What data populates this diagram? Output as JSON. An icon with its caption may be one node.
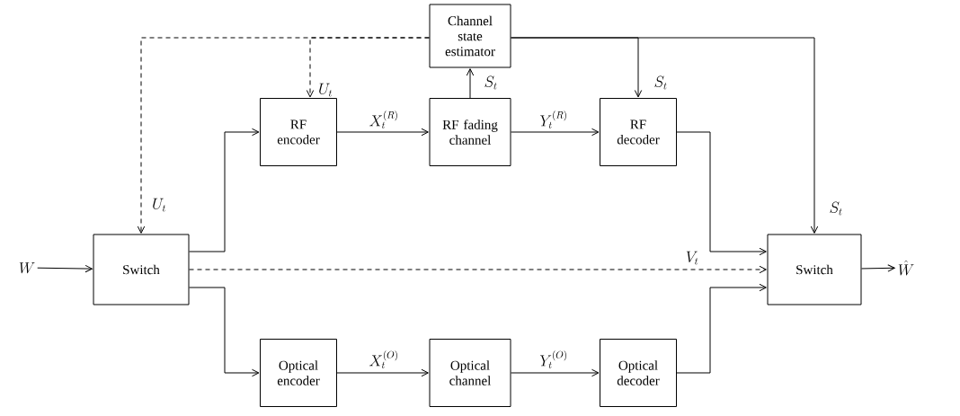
{
  "diagram": {
    "nodes": [
      {
        "text": [
          "Channel state estimator"
        ]
      },
      {
        "text": [
          "RF encoder"
        ]
      },
      {
        "text": [
          "RF fading channel"
        ]
      },
      {
        "text": [
          "RF decoder"
        ]
      },
      {
        "text": [
          "Switch"
        ]
      },
      {
        "text": [
          "Switch"
        ]
      },
      {
        "text": [
          "Optical encoder"
        ]
      },
      {
        "text": [
          "Optical channel"
        ]
      },
      {
        "text": [
          "Optical decoder"
        ]
      },
      {
        "text": [
          "W"
        ]
      },
      {
        "text": [
          "\\hat{W}"
        ]
      }
    ],
    "edges": [
      {
        "from": 9,
        "to": 4,
        "arrow": "to"
      },
      {
        "from": 4,
        "to": 1,
        "arrow": "to"
      },
      {
        "from": 4,
        "to": 6,
        "arrow": "to"
      },
      {
        "from": 1,
        "to": 2,
        "arrow": "to",
        "label": "X_t^{(R)}"
      },
      {
        "from": 2,
        "to": 3,
        "arrow": "to",
        "label": "Y_t^{(R)}"
      },
      {
        "from": 2,
        "to": 0,
        "arrow": "to",
        "label": "S_t"
      },
      {
        "from": 0,
        "to": 3,
        "arrow": "to",
        "label": "S_t"
      },
      {
        "from": 0,
        "to": 5,
        "arrow": "to",
        "label": "S_t"
      },
      {
        "from": 0,
        "to": 1,
        "arrow": "to",
        "label": "U_t",
        "style": "dashed"
      },
      {
        "from": 0,
        "to": 4,
        "arrow": "to",
        "label": "U_t",
        "style": "dashed"
      },
      {
        "from": 4,
        "to": 5,
        "arrow": "to",
        "label": "V_t",
        "style": "dashed"
      },
      {
        "from": 3,
        "to": 5,
        "arrow": "to"
      },
      {
        "from": 6,
        "to": 7,
        "arrow": "to",
        "label": "X_t^{(O)}"
      },
      {
        "from": 7,
        "to": 8,
        "arrow": "to",
        "label": "Y_t^{(O)}"
      },
      {
        "from": 8,
        "to": 5,
        "arrow": "to"
      },
      {
        "from": 5,
        "to": 10,
        "arrow": "to"
      }
    ]
  }
}
